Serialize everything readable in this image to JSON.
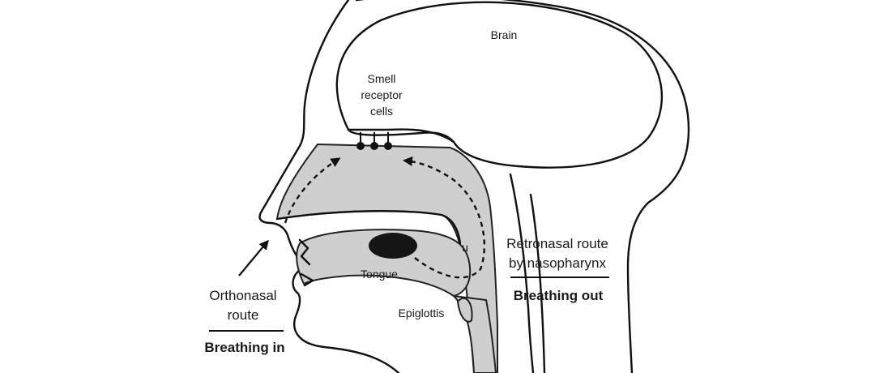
{
  "labels": {
    "brain": "Brain",
    "smell_receptor_line1": "Smell",
    "smell_receptor_line2": "receptor",
    "smell_receptor_line3": "cells",
    "tongue": "Tongue",
    "epiglottis": "Epiglottis",
    "uvula": "u",
    "orthonasal_line1": "Orthonasal",
    "orthonasal_line2": "route",
    "breathing_in": "Breathing in",
    "retronasal_line1": "Retronasal route",
    "retronasal_line2": "by nasopharynx",
    "breathing_out": "Breathing out"
  }
}
